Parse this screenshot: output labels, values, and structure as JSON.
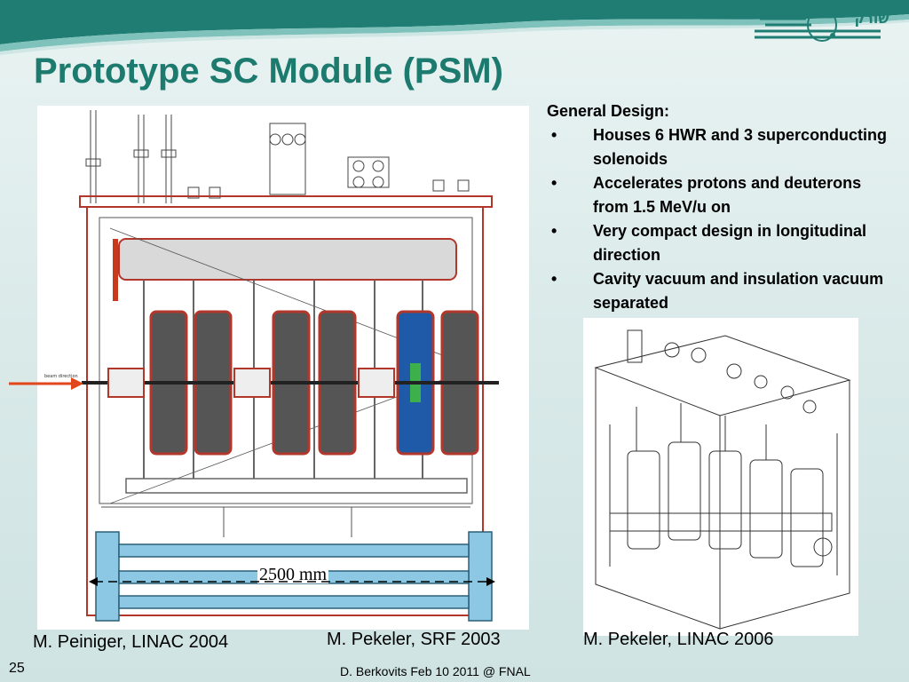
{
  "slide": {
    "title": "Prototype SC Module (PSM)",
    "logo_text": "שורק",
    "design": {
      "heading": "General Design:",
      "bullet_glyph": "•",
      "bullets": [
        "Houses 6 HWR and 3 superconducting solenoids",
        "Accelerates protons and deuterons from 1.5 MeV/u on",
        "Very compact design in longitudinal direction",
        "Cavity vacuum and insulation vacuum separated"
      ]
    },
    "drawing": {
      "dimension_label": "2500 mm",
      "beam_label": "beam direction"
    },
    "captions": {
      "left": "M. Peiniger, LINAC 2004",
      "middle": "M. Pekeler, SRF 2003",
      "right": "M. Pekeler, LINAC 2006"
    },
    "footer": {
      "page_number": "25",
      "credit": "D. Berkovits Feb 10 2011 @ FNAL"
    }
  },
  "colors": {
    "accent": "#1c7a6e",
    "wave_dark": "#1f7d73",
    "wave_light": "#7fc1bb",
    "frame_red": "#b3362a",
    "support_blue": "#8cc8e4",
    "arrow": "#e2461d"
  }
}
